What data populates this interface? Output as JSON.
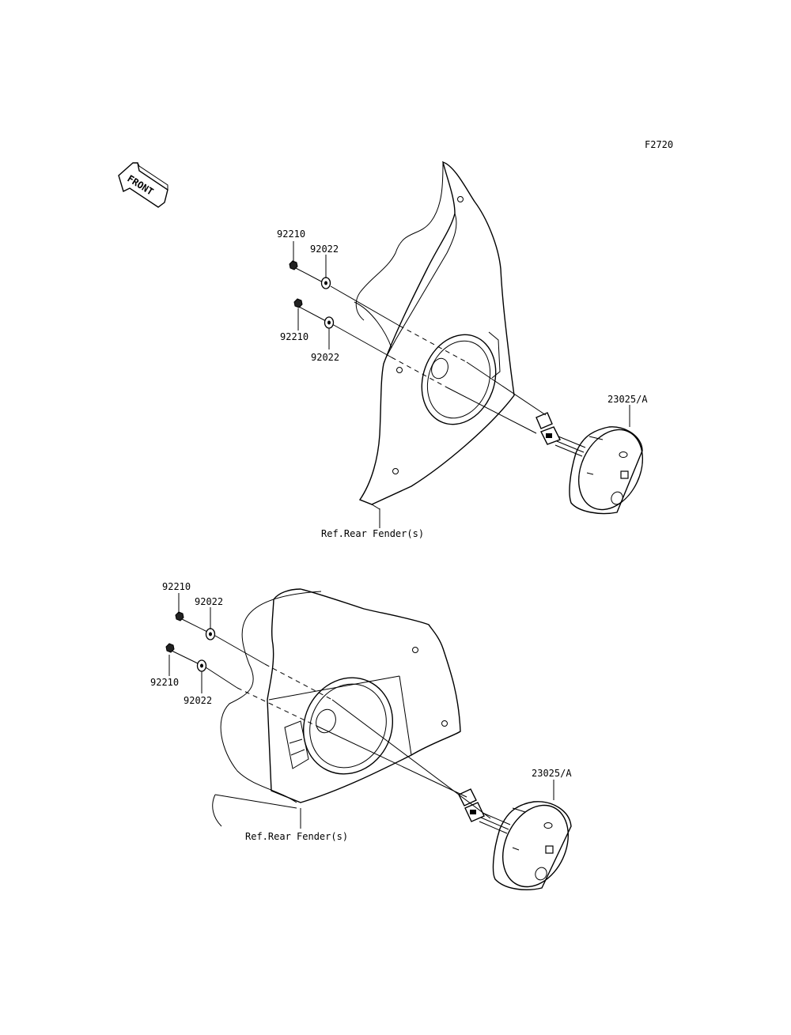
{
  "diagram": {
    "figure_code": "F2720",
    "front_arrow_text": "FRONT",
    "top_view": {
      "nut_upper": "92210",
      "washer_upper": "92022",
      "nut_lower": "92210",
      "washer_lower": "92022",
      "speaker": "23025/A",
      "ref": "Ref.Rear Fender(s)"
    },
    "bottom_view": {
      "nut_upper": "92210",
      "washer_upper": "92022",
      "nut_lower": "92210",
      "washer_lower": "92022",
      "speaker": "23025/A",
      "ref": "Ref.Rear Fender(s)"
    }
  }
}
